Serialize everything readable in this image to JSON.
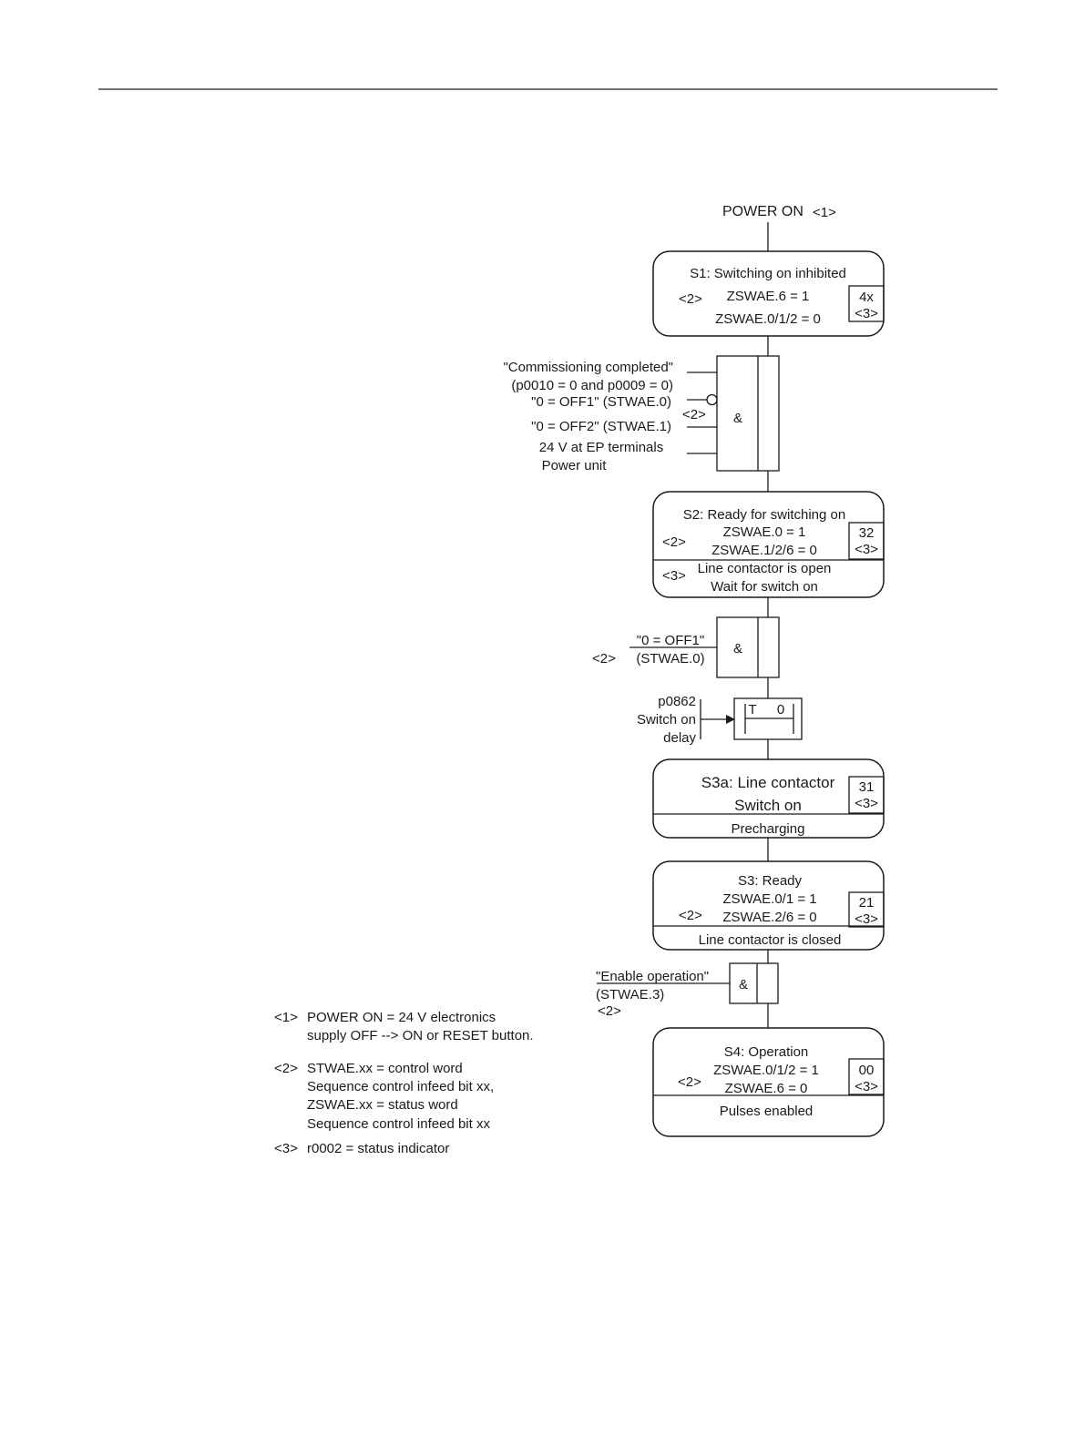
{
  "power_on": {
    "label": "POWER ON",
    "ref": "<1>"
  },
  "s1": {
    "title": "S1: Switching on inhibited",
    "ref": "<2>",
    "line1": "ZSWAE.6 = 1",
    "line2": "ZSWAE.0/1/2 = 0",
    "code": "4x",
    "code_ref": "<3>"
  },
  "gate1": {
    "symbol": "&",
    "ref": "<2>",
    "inputs": [
      "\"Commissioning completed\"",
      "(p0010 = 0 and p0009 = 0)",
      "\"0 = OFF1\" (STWAE.0)",
      "\"0 = OFF2\" (STWAE.1)",
      "24 V at EP terminals",
      "Power unit"
    ]
  },
  "s2": {
    "title": "S2: Ready for switching on",
    "ref": "<2>",
    "line1": "ZSWAE.0 = 1",
    "line2": "ZSWAE.1/2/6 = 0",
    "code": "32",
    "code_ref": "<3>",
    "sub_ref": "<3>",
    "sub1": "Line contactor is open",
    "sub2": "Wait for switch on"
  },
  "gate2": {
    "symbol": "&",
    "input1": "\"0 = OFF1\"",
    "input2": "(STWAE.0)",
    "ref": "<2>"
  },
  "timer": {
    "param": "p0862",
    "label1": "Switch on",
    "label2": "delay",
    "t": "T",
    "zero": "0"
  },
  "s3a": {
    "title": "S3a: Line contactor",
    "line1": "Switch on",
    "code": "31",
    "code_ref": "<3>",
    "sub": "Precharging"
  },
  "s3": {
    "title": "S3: Ready",
    "ref": "<2>",
    "line1": "ZSWAE.0/1 = 1",
    "line2": "ZSWAE.2/6 = 0",
    "code": "21",
    "code_ref": "<3>",
    "sub": "Line contactor is closed"
  },
  "gate3": {
    "symbol": "&",
    "input1": "\"Enable operation\"",
    "input2": "(STWAE.3)",
    "ref": "<2>"
  },
  "s4": {
    "title": "S4: Operation",
    "ref": "<2>",
    "line1": "ZSWAE.0/1/2 = 1",
    "line2": "ZSWAE.6 = 0",
    "code": "00",
    "code_ref": "<3>",
    "sub": "Pulses enabled"
  },
  "notes": {
    "n1_tag": "<1>",
    "n1_line1": "POWER ON = 24 V electronics",
    "n1_line2": "supply OFF --> ON or RESET button.",
    "n2_tag": "<2>",
    "n2_line1": "STWAE.xx = control word",
    "n2_line2": "Sequence control infeed bit xx,",
    "n2_line3": "ZSWAE.xx = status word",
    "n2_line4": "Sequence control infeed bit xx",
    "n3_tag": "<3>",
    "n3_line1": "r0002 = status indicator"
  }
}
